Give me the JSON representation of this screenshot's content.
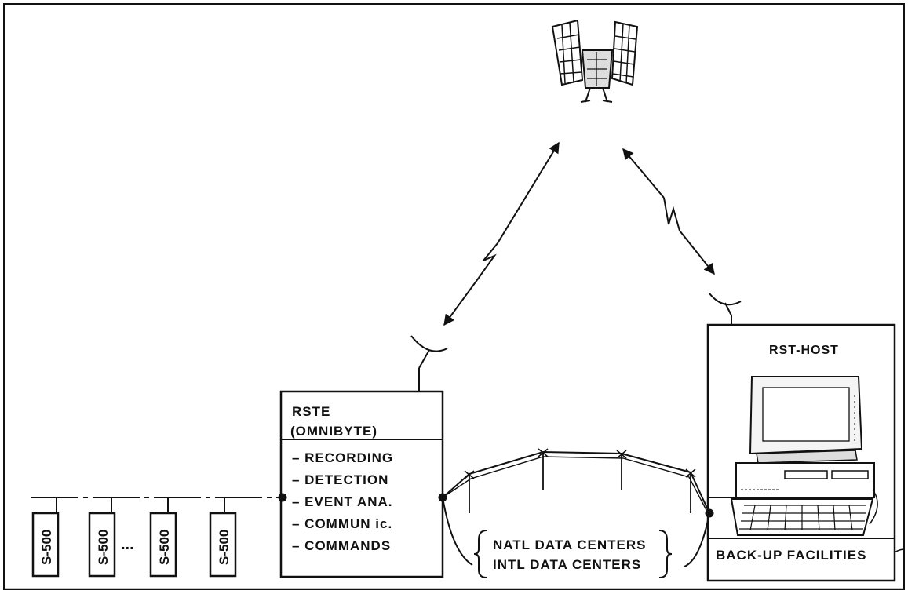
{
  "rste": {
    "title_line1": "RSTE",
    "title_line2": "(OMNIBYTE)",
    "functions": [
      "– RECORDING",
      "– DETECTION",
      "– EVENT ANA.",
      "– COMMUN ic.",
      "– COMMANDS"
    ]
  },
  "host": {
    "title": "RST-HOST",
    "backup_label": "BACK-UP FACILITIES"
  },
  "data_centers": {
    "line1": "NATL DATA CENTERS",
    "line2": "INTL DATA CENTERS"
  },
  "stations": {
    "labels": [
      "S-500",
      "S-500",
      "S-500",
      "S-500"
    ],
    "ellipsis": "..."
  },
  "colors": {
    "ink": "#111111",
    "paper": "#ffffff"
  }
}
